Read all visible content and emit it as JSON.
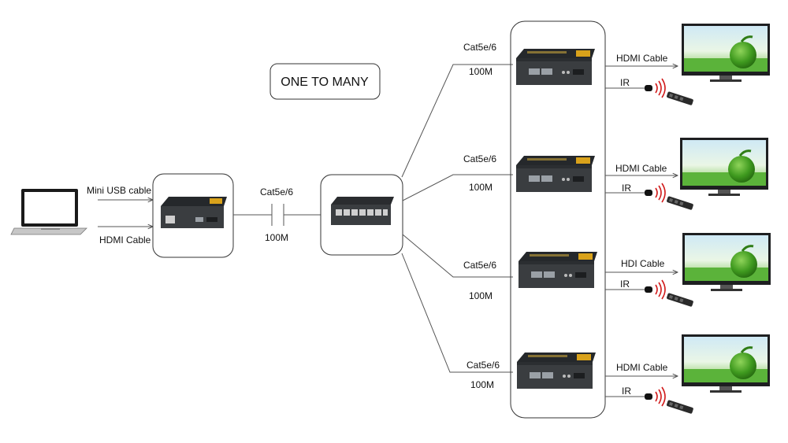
{
  "title": "ONE TO MANY",
  "source": {
    "usb_label": "Mini USB cable",
    "hdmi_label": "HDMI Cable"
  },
  "trunk": {
    "cable_label": "Cat5e/6",
    "speed_label": "100M"
  },
  "receivers": [
    {
      "cable_label": "Cat5e/6",
      "speed_label": "100M",
      "out_label": "HDMI Cable",
      "ir_label": "IR"
    },
    {
      "cable_label": "Cat5e/6",
      "speed_label": "100M",
      "out_label": "HDMI Cable",
      "ir_label": "IR"
    },
    {
      "cable_label": "Cat5e/6",
      "speed_label": "100M",
      "out_label": "HDI Cable",
      "ir_label": "IR"
    },
    {
      "cable_label": "Cat5e/6",
      "speed_label": "100M",
      "out_label": "HDMI Cable",
      "ir_label": "IR"
    }
  ],
  "colors": {
    "line": "#555555",
    "box_border": "#333333",
    "device_body": "#3a3d40",
    "device_top": "#25282b",
    "device_accent": "#d9a21b",
    "ir_wave": "#d11a1a",
    "tv_grass": "#5bb33a",
    "tv_sky": "#d8eef8",
    "lime": "#3f8f1e"
  }
}
